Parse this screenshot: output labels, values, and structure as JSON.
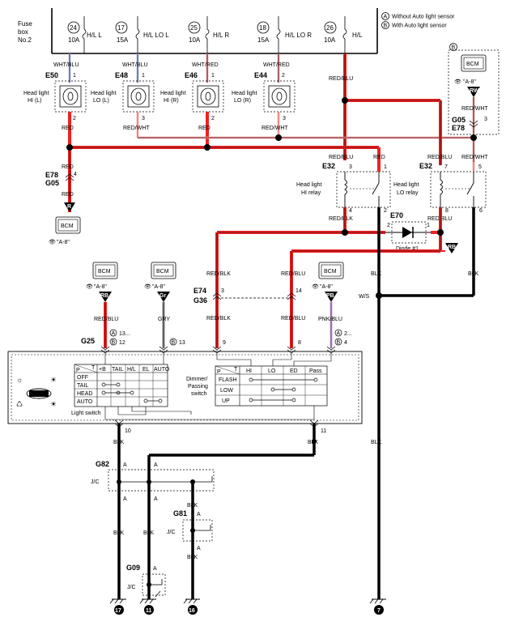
{
  "legend": {
    "a_text": "Without Auto light sensor",
    "b_text": "With Auto light sensor",
    "a_mark": "A",
    "b_mark": "B"
  },
  "fuse_box": {
    "label1": "Fuse",
    "label2": "box",
    "label3": "No.2"
  },
  "fuses": [
    {
      "num": "24",
      "amp": "10A",
      "name": "H/L L"
    },
    {
      "num": "17",
      "amp": "15A",
      "name": "H/L LO L"
    },
    {
      "num": "25",
      "amp": "10A",
      "name": "H/L R"
    },
    {
      "num": "18",
      "amp": "15A",
      "name": "H/L LO R"
    },
    {
      "num": "26",
      "amp": "10A",
      "name": "H/L"
    }
  ],
  "headlights": [
    {
      "conn": "E50",
      "pin_top": "1",
      "wire_top": "WHT/BLU",
      "label1": "Head light",
      "label2": "HI (L)",
      "pin_bot": "2",
      "wire_bot": "RED"
    },
    {
      "conn": "E48",
      "pin_top": "1",
      "wire_top": "WHT/BLU",
      "label1": "Head light",
      "label2": "LO (L)",
      "pin_bot": "3",
      "wire_bot": "RED/WHT"
    },
    {
      "conn": "E46",
      "pin_top": "1",
      "wire_top": "WHT/RED",
      "label1": "Head light",
      "label2": "HI (R)",
      "pin_bot": "2",
      "wire_bot": "RED"
    },
    {
      "conn": "E44",
      "pin_top": "2",
      "wire_top": "WHT/RED",
      "label1": "Head light",
      "label2": "LO (R)",
      "pin_bot": "3",
      "wire_bot": "RED/WHT"
    }
  ],
  "wires": {
    "red_blu": "RED/BLU",
    "red": "RED",
    "red_wht": "RED/WHT",
    "red_blk": "RED/BLK",
    "blk": "BLK",
    "gry": "GRY",
    "pnk_blu": "PNK/BLU",
    "ws": "W/S"
  },
  "connectors": {
    "e78_g05_left_top": "E78",
    "e78_g05_left_bot": "G05",
    "e78_g05_left_pin": "4",
    "g05_e78_right_top": "G05",
    "g05_e78_right_bot": "E78",
    "g05_e78_right_pin": "3",
    "e32": "E32",
    "e70": "E70",
    "diode": "Diode #1",
    "e74": "E74",
    "g36": "G36",
    "g25": "G25",
    "g82": "G82",
    "g81": "G81",
    "g09": "G09",
    "jc": "J/C"
  },
  "relays": {
    "hi_label1": "Head light",
    "hi_label2": "HI relay",
    "lo_label1": "Head light",
    "lo_label2": "LO relay",
    "hi_pins": [
      "3",
      "1",
      "4",
      "2"
    ],
    "lo_pins": [
      "7",
      "5",
      "8",
      "6"
    ]
  },
  "bcm": {
    "label": "BCM",
    "ref": "\"A-8\"",
    "tag_r": "R",
    "tag_rw": "RW",
    "tag_rb": "RB",
    "tag_gr": "Gr",
    "tag_pb": "PB",
    "tag_rb_diode": "RB"
  },
  "pins": {
    "e74_3": "3",
    "e74_14": "14",
    "diode_2": "2",
    "diode_1": "1",
    "g25_a": "13...",
    "g25_b": "12",
    "gry_b": "13",
    "pnk_a": "2...",
    "pnk_b": "4",
    "p9": "9",
    "p8": "8",
    "p10": "10",
    "p11": "11",
    "pinA": "A"
  },
  "light_switch": {
    "title": "Light switch",
    "cols": [
      "+B",
      "TAIL",
      "H/L",
      "EL",
      "AUTO"
    ],
    "rows": [
      "OFF",
      "TAIL",
      "HEAD",
      "AUTO"
    ],
    "corner_p": "P",
    "corner_t": "T"
  },
  "dimmer_switch": {
    "title1": "Dimmer/",
    "title2": "Passing",
    "title3": "switch",
    "cols": [
      "HI",
      "LO",
      "ED",
      "Pass"
    ],
    "rows": [
      "FLASH",
      "LOW",
      "UP"
    ],
    "corner_p": "P",
    "corner_t": "T"
  },
  "grounds": [
    "17",
    "11",
    "16",
    "7"
  ]
}
